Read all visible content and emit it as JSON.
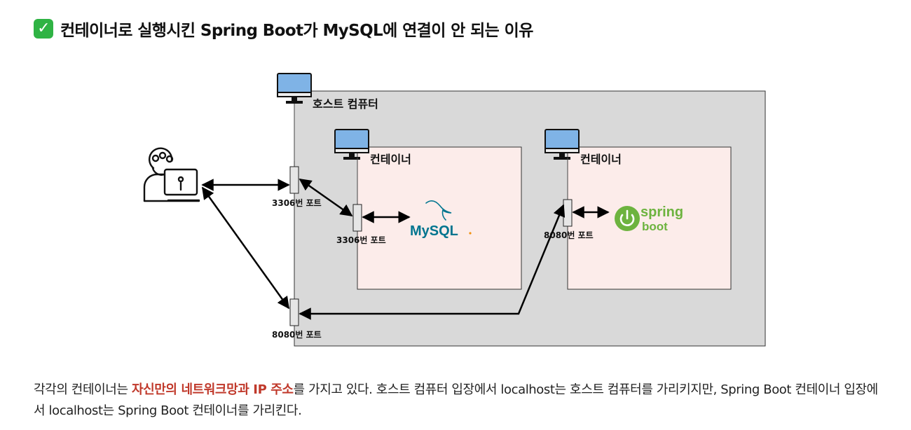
{
  "heading": {
    "icon": "check-mark-icon",
    "title": "컨테이너로 실행시킨 Spring Boot가 MySQL에 연결이 안 되는 이유"
  },
  "diagram": {
    "host": {
      "label": "호스트 컴퓨터",
      "port_mysql": "3306번 포트",
      "port_spring": "8080번 포트"
    },
    "mysql_container": {
      "label": "컨테이너",
      "port": "3306번 포트",
      "logo_text": "MySQL"
    },
    "spring_container": {
      "label": "컨테이너",
      "port": "8080번 포트",
      "logo_text_top": "spring",
      "logo_text_bottom": "boot"
    },
    "colors": {
      "host_bg": "#d9d9d9",
      "container_bg": "#fcecea",
      "monitor_screen": "#7fb3e6",
      "mysql_blue": "#00758f",
      "mysql_orange": "#f29111",
      "spring_green": "#6db33f"
    }
  },
  "description": {
    "part1": "각각의 컨테이너는 ",
    "highlight": "자신만의 네트워크망과 IP 주소",
    "part2": "를 가지고 있다. 호스트 컴퓨터 입장에서 localhost는 호스트 컴퓨터를 가리키지만, Spring Boot 컨테이너 입장에서 localhost는 Spring Boot 컨테이너를 가리킨다."
  }
}
